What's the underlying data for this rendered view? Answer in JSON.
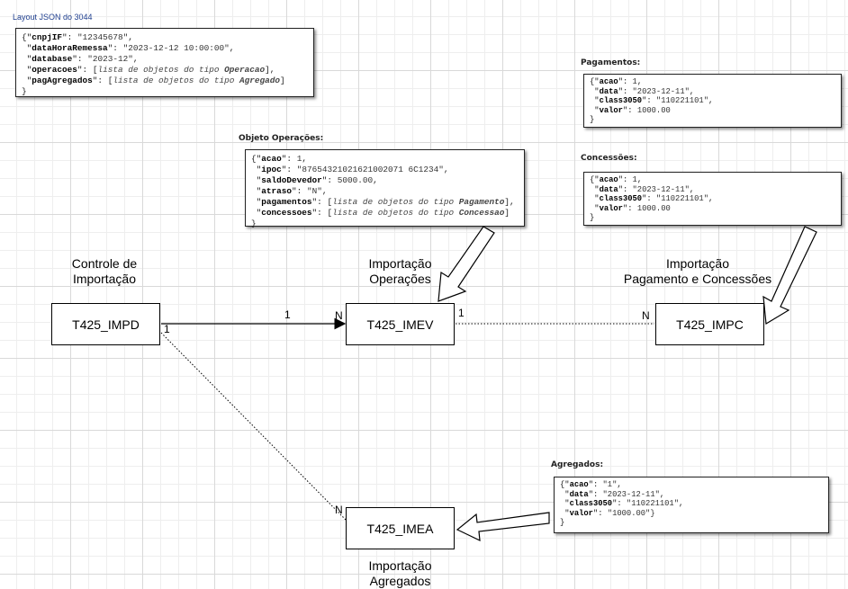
{
  "layout_title": "Layout JSON do 3044",
  "root_json": {
    "lines": [
      {
        "open": "{",
        "key": "cnpjIF",
        "val": "\"12345678\"",
        "tail": ","
      },
      {
        "key": "dataHoraRemessa",
        "val": "\"2023-12-12 10:00:00\"",
        "tail": ","
      },
      {
        "key": "database",
        "val": "\"2023-12\"",
        "tail": ","
      },
      {
        "key": "operacoes",
        "pre": "[",
        "comment": "lista de objetos do tipo ",
        "ctype": "Operacao",
        "post": "]",
        "tail": ","
      },
      {
        "key": "pagAgregados",
        "pre": "[",
        "comment": "lista de objetos do tipo ",
        "ctype": "Agregado",
        "post": "]",
        "tail": ""
      },
      {
        "close": "}"
      }
    ]
  },
  "operacoes": {
    "title": "Objeto Operações:",
    "lines": [
      {
        "open": "{",
        "key": "acao",
        "val": "1",
        "tail": ","
      },
      {
        "key": "ipoc",
        "val": "\"87654321021621002071 6C1234\"",
        "tail": ","
      },
      {
        "key": "saldoDevedor",
        "val": "5000.00",
        "tail": ","
      },
      {
        "key": "atraso",
        "val": "\"N\"",
        "tail": ","
      },
      {
        "key": "pagamentos",
        "pre": "[",
        "comment": "lista de objetos do tipo ",
        "ctype": "Pagamento",
        "post": "]",
        "tail": ","
      },
      {
        "key": "concessoes",
        "pre": "[",
        "comment": "lista de objetos do tipo ",
        "ctype": "Concessao",
        "post": "]",
        "tail": ""
      },
      {
        "close": "}"
      }
    ]
  },
  "pagamentos": {
    "title": "Pagamentos:",
    "lines": [
      {
        "open": "{",
        "key": "acao",
        "val": "1",
        "tail": ","
      },
      {
        "key": "data",
        "val": "\"2023-12-11\"",
        "tail": ","
      },
      {
        "key": "class3050",
        "val": "\"110221101\"",
        "tail": ","
      },
      {
        "key": "valor",
        "val": "1000.00",
        "tail": ""
      },
      {
        "close": "}"
      }
    ]
  },
  "concessoes": {
    "title": "Concessões:",
    "lines": [
      {
        "open": "{",
        "key": "acao",
        "val": "1",
        "tail": ","
      },
      {
        "key": "data",
        "val": "\"2023-12-11\"",
        "tail": ","
      },
      {
        "key": "class3050",
        "val": "\"110221101\"",
        "tail": ","
      },
      {
        "key": "valor",
        "val": "1000.00",
        "tail": ""
      },
      {
        "close": "}"
      }
    ]
  },
  "agregados": {
    "title": "Agregados:",
    "lines": [
      {
        "open": "{",
        "key": "acao",
        "val": "\"1\"",
        "tail": ","
      },
      {
        "key": "data",
        "val": "\"2023-12-11\"",
        "tail": ","
      },
      {
        "key": "class3050",
        "val": "\"110221101\"",
        "tail": ","
      },
      {
        "key": "valor",
        "val": "\"1000.00\"}",
        "tail": ""
      },
      {
        "close": "}"
      }
    ]
  },
  "nodes": {
    "impd": {
      "name": "T425_IMPD",
      "label": [
        "Controle de",
        "Importação"
      ]
    },
    "imev": {
      "name": "T425_IMEV",
      "label": [
        "Importação",
        "Operações"
      ]
    },
    "impc": {
      "name": "T425_IMPC",
      "label": [
        "Importação",
        "Pagamento e Concessões"
      ]
    },
    "imea": {
      "name": "T425_IMEA",
      "label": [
        "Importação",
        "Agregados"
      ]
    }
  },
  "cardinality": {
    "impd_imev_src": "1",
    "impd_imev_dst": "N",
    "imev_impc_src": "1",
    "imev_impc_dst": "N",
    "impd_imea_src": "1",
    "impd_imea_dst": "N"
  }
}
